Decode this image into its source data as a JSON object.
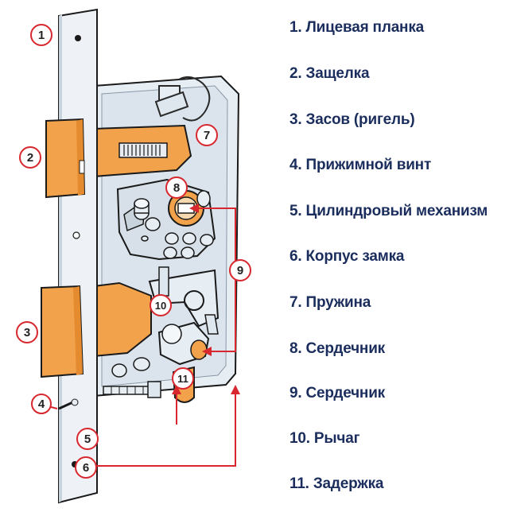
{
  "legend": {
    "items": [
      {
        "text": "1. Лицевая планка"
      },
      {
        "text": "2. Защелка"
      },
      {
        "text": "3. Засов (ригель)"
      },
      {
        "text": "4. Прижимной винт"
      },
      {
        "text": "5. Цилиндровый механизм"
      },
      {
        "text": "6. Корпус замка"
      },
      {
        "text": "7. Пружина"
      },
      {
        "text": "8. Сердечник"
      },
      {
        "text": "9. Сердечник"
      },
      {
        "text": "10. Рычаг"
      },
      {
        "text": "11. Задержка"
      }
    ]
  },
  "callouts": {
    "c1": "1",
    "c2": "2",
    "c3": "3",
    "c4": "4",
    "c5": "5",
    "c6": "6",
    "c7": "7",
    "c8": "8",
    "c9": "9",
    "c10": "10",
    "c11": "11"
  },
  "colors": {
    "accent_red": "#d8272e",
    "callout_fill": "#ffffff",
    "latch_orange": "#f2a24a",
    "body_blue": "#e6edf3",
    "outline": "#1a1a1a",
    "legend_text": "#1a2d5c"
  }
}
